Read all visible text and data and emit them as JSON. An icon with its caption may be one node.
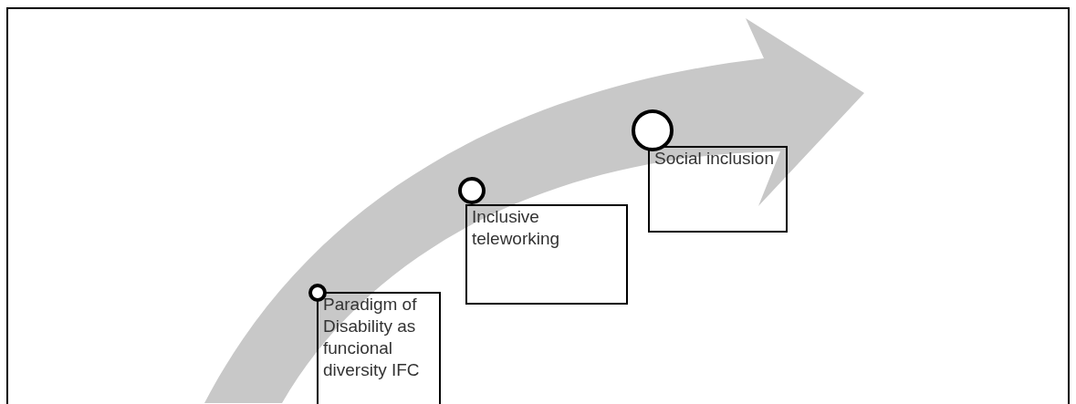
{
  "diagram": {
    "nodes": [
      {
        "text": [
          "Paradigm of Disability as funcional diversity IFC"
        ]
      },
      {
        "text": [
          "Inclusive teleworking"
        ]
      },
      {
        "text": [
          "Social inclusion"
        ]
      }
    ]
  }
}
